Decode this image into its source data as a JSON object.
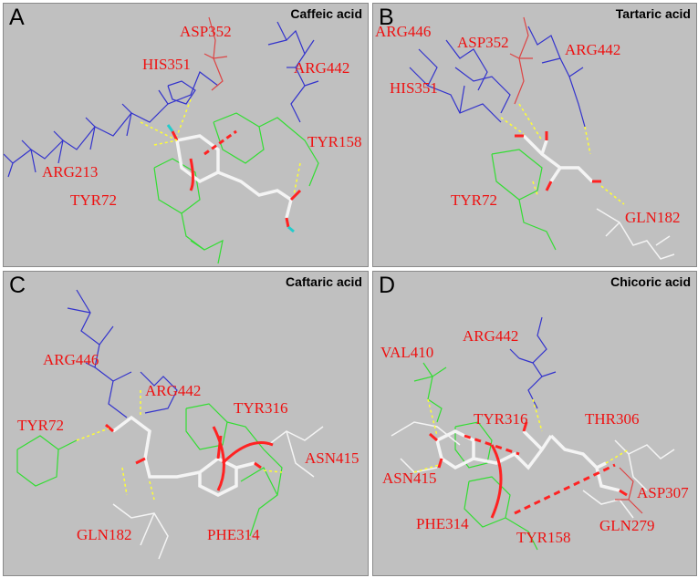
{
  "colors": {
    "background": "#c0c0c0",
    "residue_label": "#ee1111",
    "ligand": "#ffffff",
    "hbond": "#ffff33"
  },
  "panels": {
    "A": {
      "label": "A",
      "title": "Caffeic acid",
      "residues": [
        "ASP352",
        "HIS351",
        "ARG442",
        "TYR158",
        "ARG213",
        "TYR72"
      ]
    },
    "B": {
      "label": "B",
      "title": "Tartaric acid",
      "residues": [
        "ARG446",
        "ASP352",
        "ARG442",
        "HIS351",
        "TYR72",
        "GLN182"
      ]
    },
    "C": {
      "label": "C",
      "title": "Caftaric acid",
      "residues": [
        "ARG446",
        "ARG442",
        "TYR316",
        "TYR72",
        "ASN415",
        "GLN182",
        "PHE314"
      ]
    },
    "D": {
      "label": "D",
      "title": "Chicoric acid",
      "residues": [
        "ARG442",
        "VAL410",
        "TYR316",
        "THR306",
        "ASN415",
        "ASP307",
        "PHE314",
        "GLN279",
        "TYR158"
      ]
    }
  }
}
